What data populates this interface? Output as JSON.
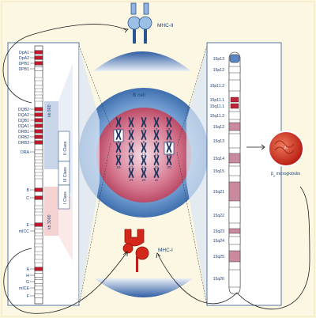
{
  "labels": {
    "mhc_ii": "MHC-II",
    "mhc_i": "MHC-I",
    "b_cell": "B cell",
    "b2m_inner": "β₂",
    "b2m_suffix": "microglobulin"
  },
  "left": {
    "kb_900": "kb 900",
    "kb_3000": "kb 3000",
    "class_ii": "II Class",
    "class_iii": "III Class",
    "class_i": "I Class",
    "genes": [
      {
        "name": "DpA1",
        "red": true
      },
      {
        "name": "DpA2",
        "red": true
      },
      {
        "name": "DPB1",
        "red": true
      },
      {
        "name": "DPB1",
        "red": false
      },
      {
        "name": "DQB2",
        "red": true
      },
      {
        "name": "DQA2",
        "red": true
      },
      {
        "name": "DQB1",
        "red": true
      },
      {
        "name": "DQA1",
        "red": true
      },
      {
        "name": "DRB1",
        "red": true
      },
      {
        "name": "DRB2",
        "red": true
      },
      {
        "name": "DRB3",
        "red": true
      },
      {
        "name": "DRA",
        "red": false
      },
      {
        "name": "B",
        "red": true
      },
      {
        "name": "C",
        "red": true
      },
      {
        "name": "E",
        "red": true
      },
      {
        "name": "mICC",
        "red": false
      },
      {
        "name": "A",
        "red": true
      },
      {
        "name": "H",
        "red": false
      },
      {
        "name": "G",
        "red": false
      },
      {
        "name": "mICE",
        "red": false
      },
      {
        "name": "F",
        "red": false
      }
    ]
  },
  "karyotype": {
    "rows": [
      [
        "1",
        "2",
        "3",
        "4",
        "5"
      ],
      [
        "6",
        "7",
        "8",
        "9",
        "10"
      ],
      [
        "11",
        "12",
        "13",
        "14",
        "15"
      ],
      [
        "16",
        "17",
        "18",
        "19",
        "20"
      ],
      [
        "21",
        "22",
        "xx"
      ]
    ],
    "highlighted": [
      "6",
      "15"
    ]
  },
  "chr15": {
    "bands": [
      {
        "name": "15p13",
        "type": "cap"
      },
      {
        "name": "15p12",
        "type": "white"
      },
      {
        "name": "15p11.2",
        "type": "white"
      },
      {
        "name": "15p11.1",
        "type": "centro"
      },
      {
        "name": "15q11.1",
        "type": "centro"
      },
      {
        "name": "15q11.2",
        "type": "white"
      },
      {
        "name": "15q12",
        "type": "pink"
      },
      {
        "name": "15q13",
        "type": "white"
      },
      {
        "name": "15q14",
        "type": "pink"
      },
      {
        "name": "15q15",
        "type": "white"
      },
      {
        "name": "15q21",
        "type": "pink"
      },
      {
        "name": "15q22",
        "type": "white"
      },
      {
        "name": "15q23",
        "type": "pink"
      },
      {
        "name": "15q24",
        "type": "white"
      },
      {
        "name": "15q25",
        "type": "pink"
      },
      {
        "name": "15q26",
        "type": "white"
      }
    ]
  },
  "colors": {
    "red_band": "#c0182c",
    "pink_band": "#c98a9e",
    "cell_blue": "#5a86c2",
    "nucleus_pink": "#d6788f",
    "mhc_red": "#d4271b"
  }
}
